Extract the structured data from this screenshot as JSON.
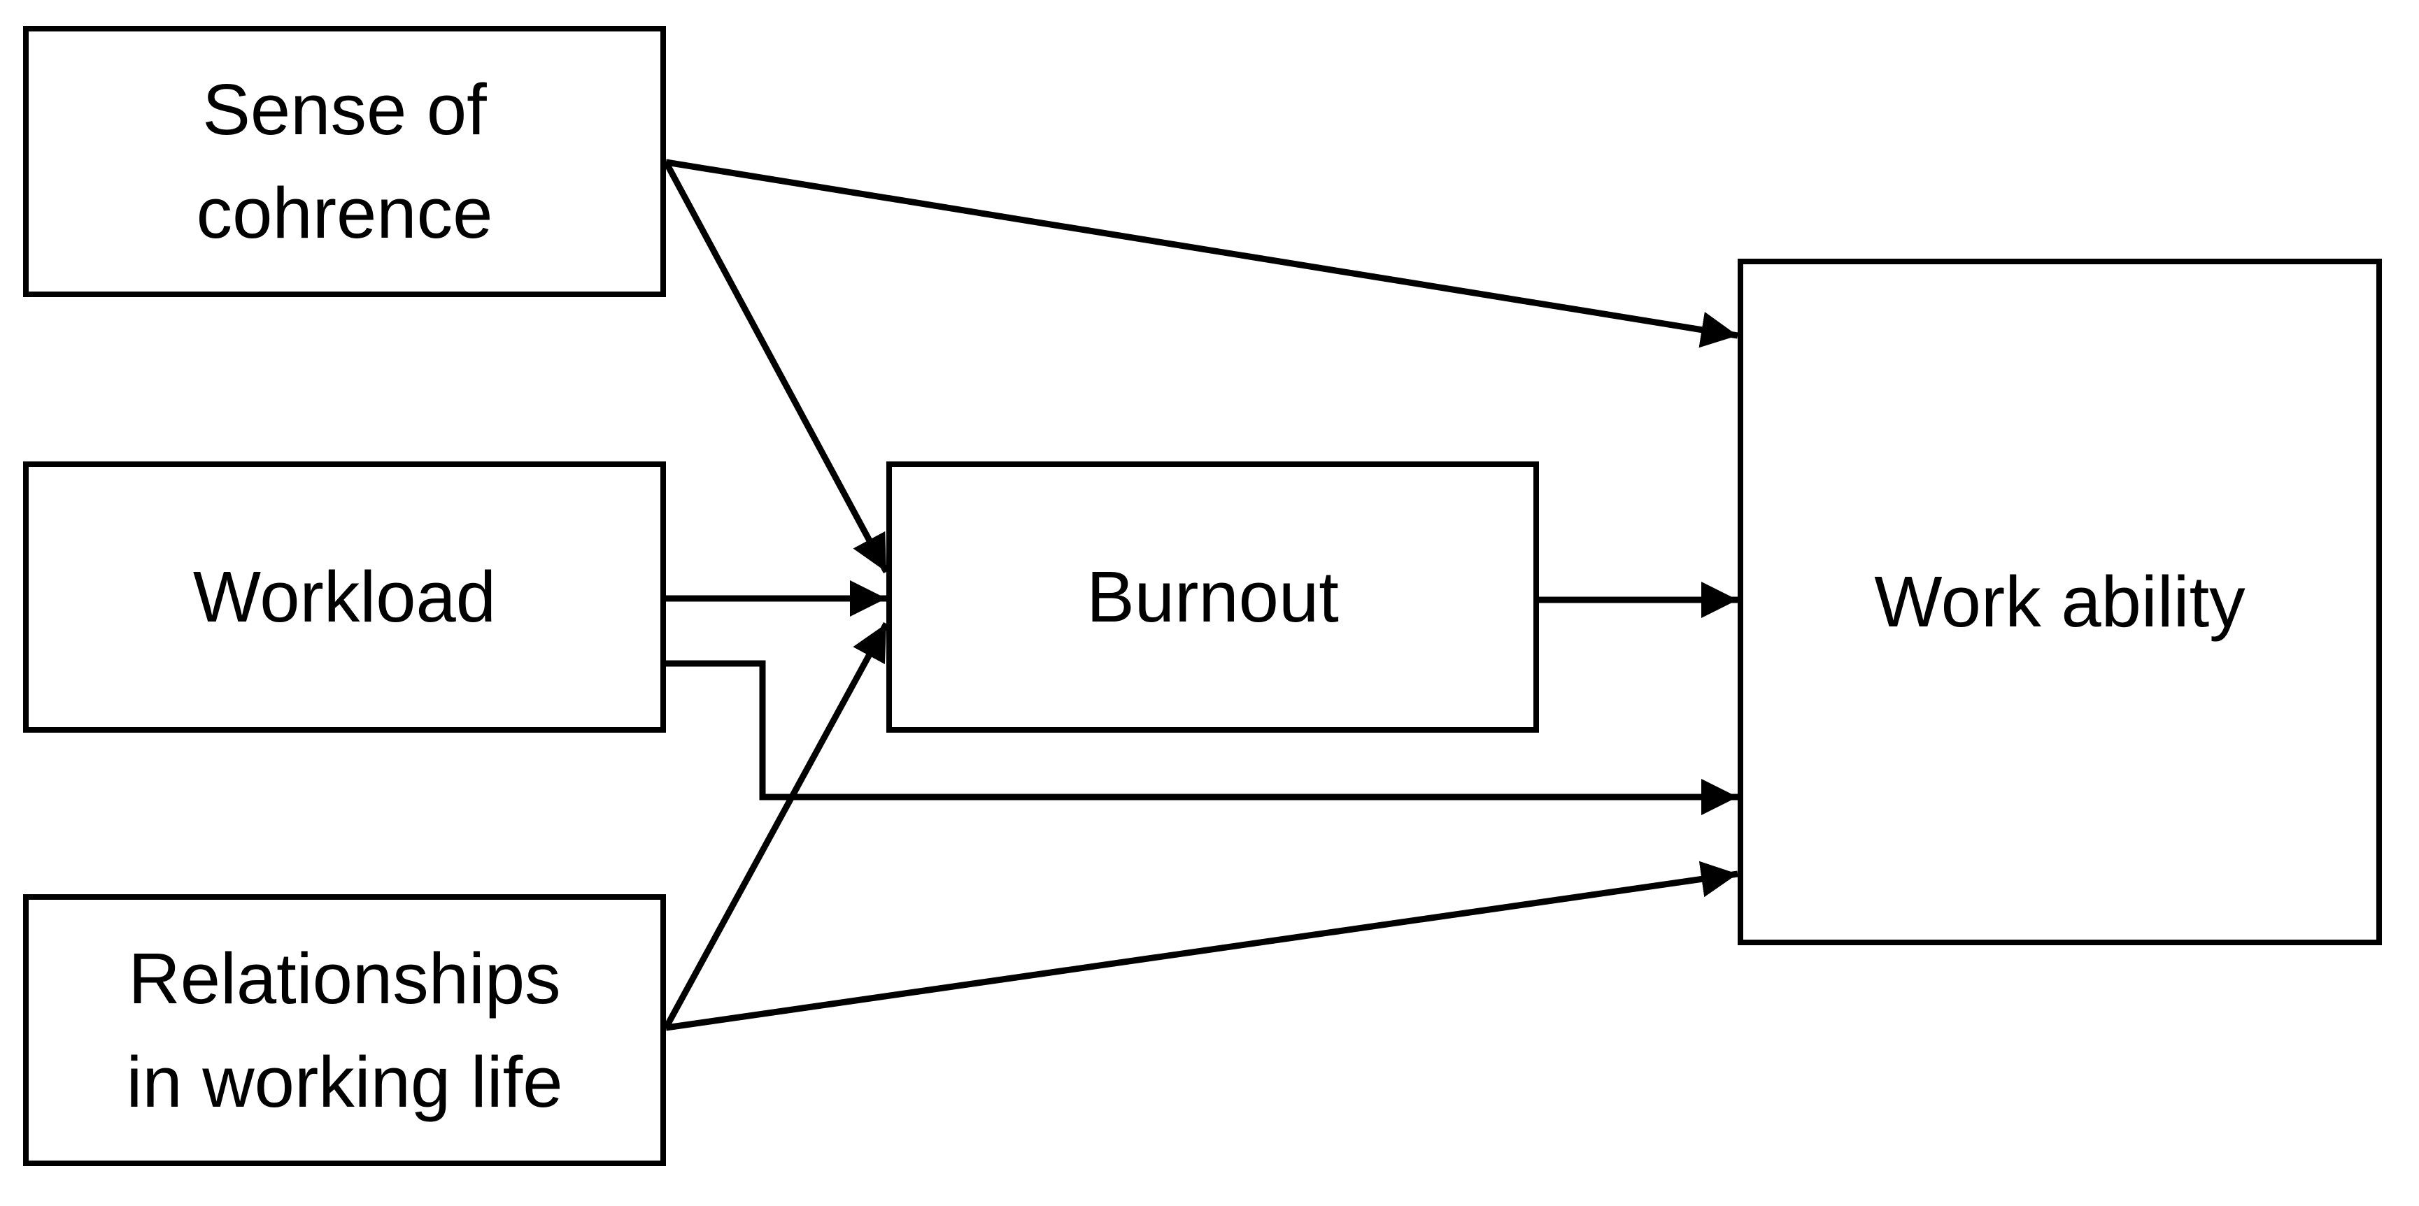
{
  "diagram": {
    "type": "path-model",
    "nodes": [
      {
        "id": "sense_of_cohrence",
        "lines": [
          "Sense of",
          "cohrence"
        ]
      },
      {
        "id": "workload",
        "lines": [
          "Workload"
        ]
      },
      {
        "id": "relationships_in_working_life",
        "lines": [
          "Relationships",
          "in working life"
        ]
      },
      {
        "id": "burnout",
        "lines": [
          "Burnout"
        ]
      },
      {
        "id": "work_ability",
        "lines": [
          "Work ability"
        ]
      }
    ],
    "edges": [
      {
        "from": "sense_of_cohrence",
        "to": "work_ability",
        "style": "straight-arrow"
      },
      {
        "from": "sense_of_cohrence",
        "to": "burnout",
        "style": "straight-arrow"
      },
      {
        "from": "workload",
        "to": "burnout",
        "style": "straight-arrow"
      },
      {
        "from": "workload",
        "to": "work_ability",
        "style": "elbow-arrow"
      },
      {
        "from": "relationships_in_working_life",
        "to": "burnout",
        "style": "straight-arrow"
      },
      {
        "from": "relationships_in_working_life",
        "to": "work_ability",
        "style": "straight-arrow"
      },
      {
        "from": "burnout",
        "to": "work_ability",
        "style": "straight-arrow"
      }
    ]
  },
  "colors": {
    "background": "#ffffff",
    "box_fill": "#ffffff",
    "stroke": "#000000",
    "text": "#000000"
  }
}
